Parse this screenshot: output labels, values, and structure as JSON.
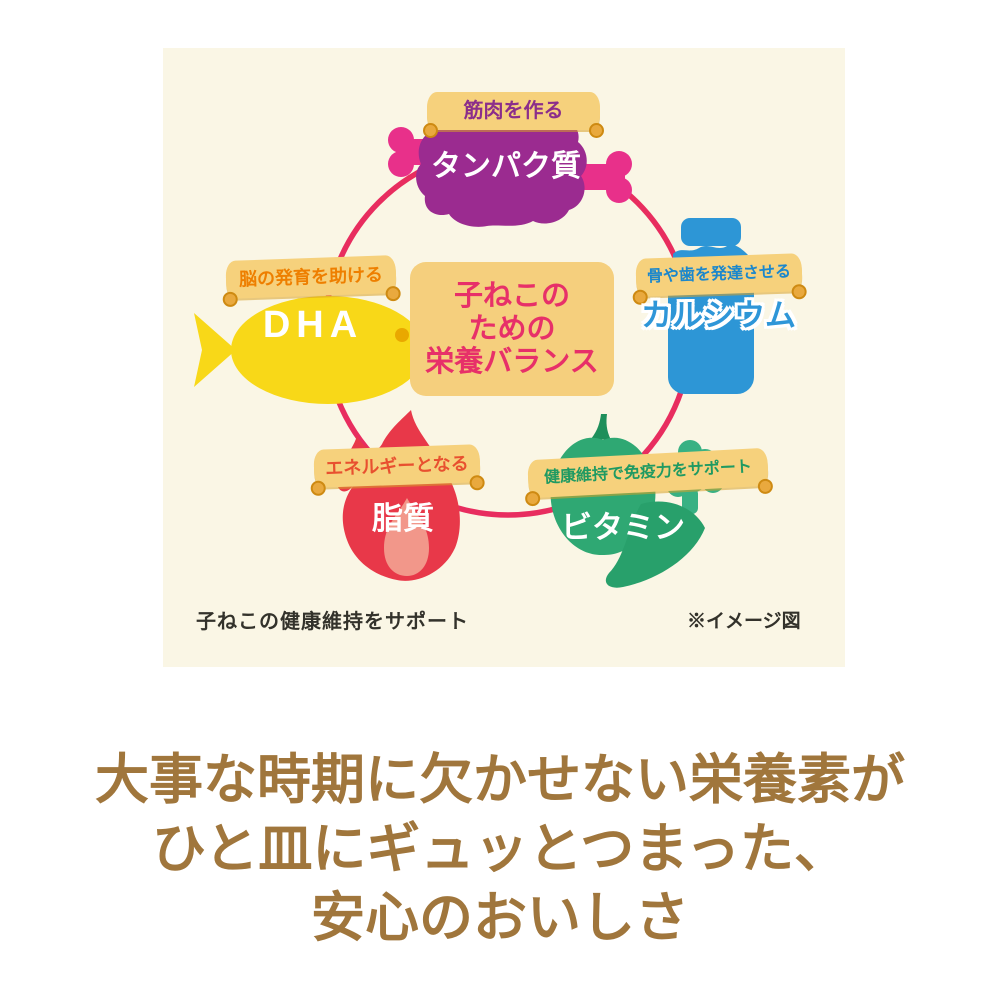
{
  "colors": {
    "panel_bg": "#FAF6E5",
    "ring_pink": "#E82D5F",
    "banner_bg": "#F6D17C",
    "banner_roll_gold": "#E9A93E",
    "protein_purple": "#9B2B90",
    "bone_pink": "#E8308A",
    "dha_yellow": "#F8D818",
    "calcium_blue": "#2D96D6",
    "fat_red": "#E83849",
    "flame_inner": "#F2978A",
    "vitamin_green": "#2FA873",
    "center_box_bg": "#F5CF7D",
    "center_text_pink": "#E73069",
    "tagline_brown": "#A0763C"
  },
  "diagram": {
    "center": {
      "lines": [
        "子ねこの",
        "ための",
        "栄養バランス"
      ]
    },
    "nodes": {
      "protein": {
        "banner": "筋肉を作る",
        "label": "タンパク質"
      },
      "calcium": {
        "banner": "骨や歯を発達させる",
        "label": "カルシウム"
      },
      "vitamin": {
        "banner": "健康維持で免疫力をサポート",
        "label": "ビタミン"
      },
      "fat": {
        "banner": "エネルギーとなる",
        "label": "脂質"
      },
      "dha": {
        "banner": "脳の発育を助ける",
        "label": "DHA"
      }
    },
    "caption": "子ねこの健康維持をサポート",
    "note": "※イメージ図"
  },
  "tagline": {
    "lines": [
      "大事な時期に欠かせない栄養素が",
      "ひと皿にギュッとつまった、",
      "安心のおいしさ"
    ]
  }
}
